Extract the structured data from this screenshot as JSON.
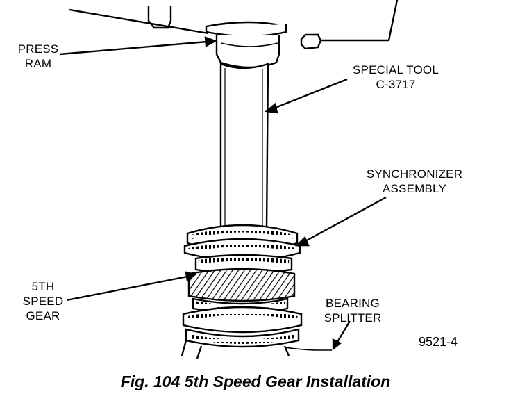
{
  "labels": {
    "press_ram": [
      "PRESS",
      "RAM"
    ],
    "special_tool": [
      "SPECIAL TOOL",
      "C-3717"
    ],
    "synchronizer": [
      "SYNCHRONIZER",
      "ASSEMBLY"
    ],
    "fifth_gear": [
      "5TH",
      "SPEED",
      "GEAR"
    ],
    "bearing_splitter": [
      "BEARING",
      "SPLITTER"
    ]
  },
  "figure_number": "9521-4",
  "caption": "Fig. 104 5th Speed Gear Installation",
  "colors": {
    "ink": "#000000",
    "paper": "#ffffff"
  }
}
